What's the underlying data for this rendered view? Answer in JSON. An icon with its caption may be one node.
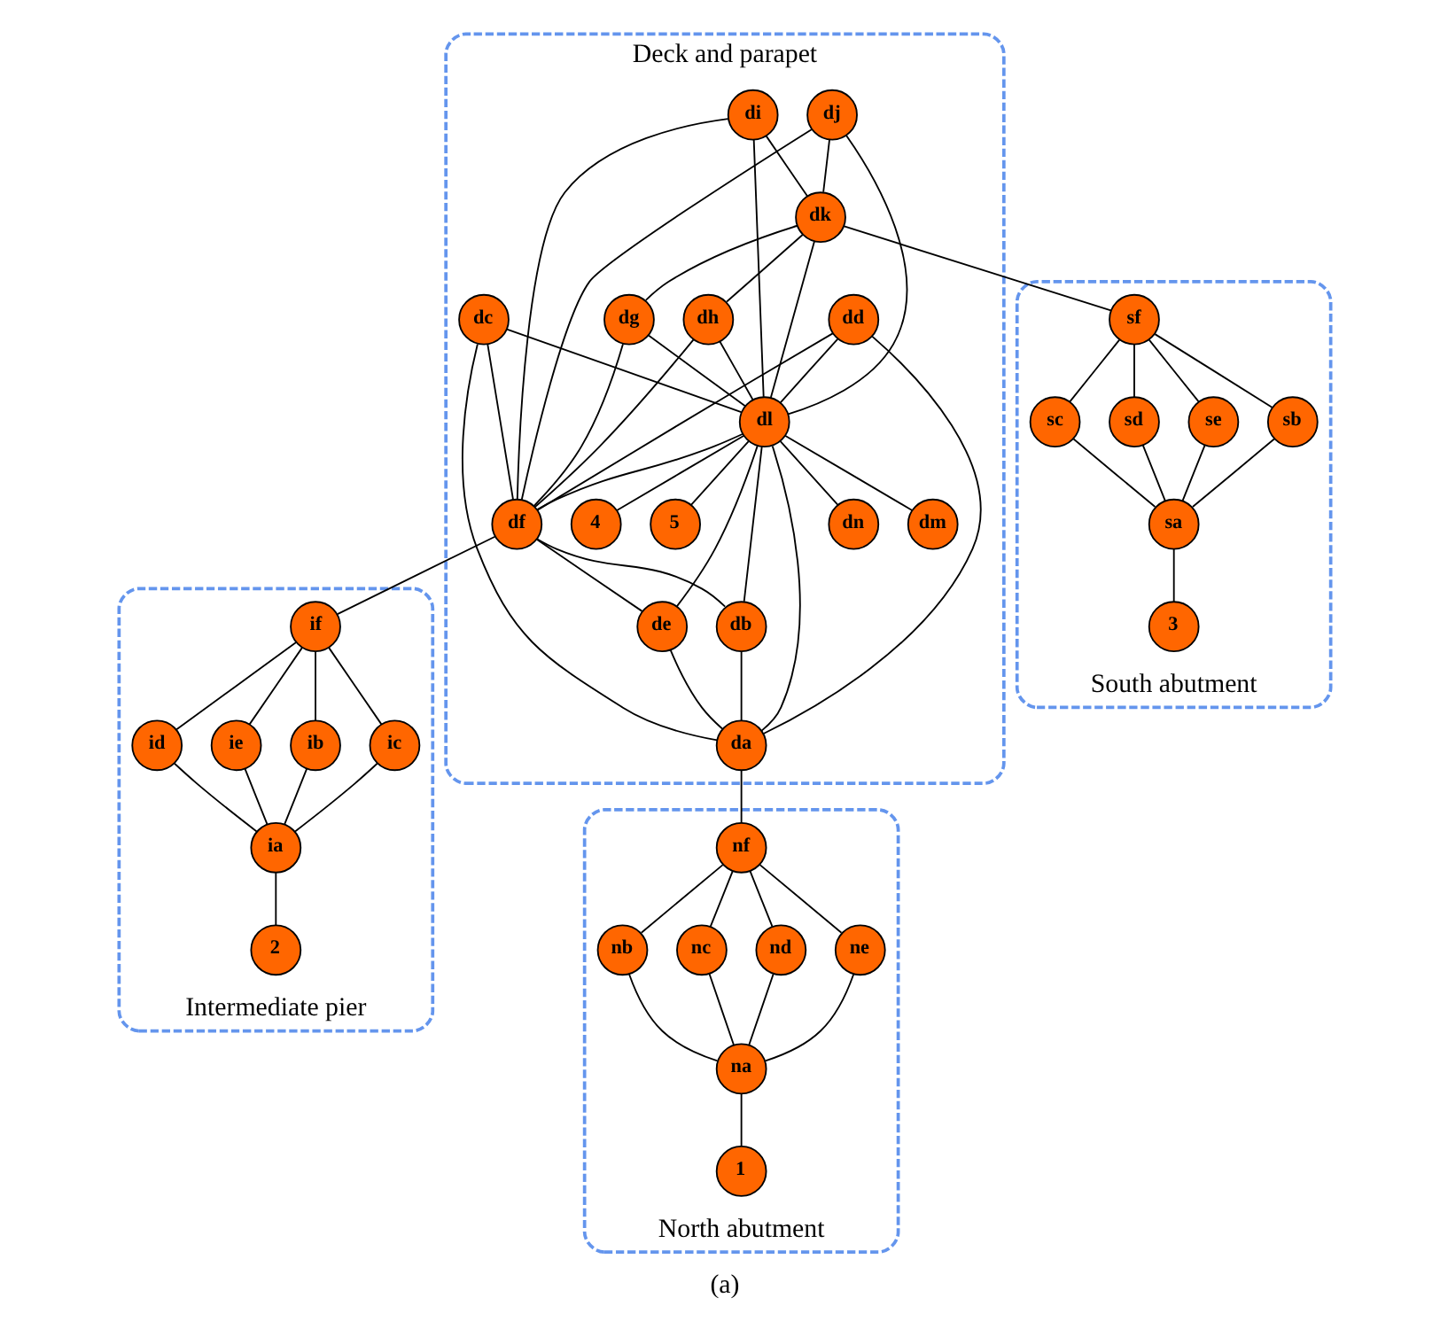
{
  "diagram": {
    "caption": "(a)",
    "nodes": [
      {
        "text": [
          "Deck and parapet"
        ]
      },
      {
        "text": [
          "dn"
        ],
        "in": 0
      },
      {
        "text": [
          "dm"
        ],
        "in": 0
      },
      {
        "text": [
          "4"
        ],
        "in": 0
      },
      {
        "text": [
          "5"
        ],
        "in": 0
      },
      {
        "text": [
          "dj"
        ],
        "in": 0
      },
      {
        "text": [
          "dd"
        ],
        "in": 0
      },
      {
        "text": [
          "di"
        ],
        "in": 0
      },
      {
        "text": [
          "dl"
        ],
        "in": 0
      },
      {
        "text": [
          "dc"
        ],
        "in": 0
      },
      {
        "text": [
          "dk"
        ],
        "in": 0
      },
      {
        "text": [
          "dh"
        ],
        "in": 0
      },
      {
        "text": [
          "df"
        ],
        "in": 0
      },
      {
        "text": [
          "de"
        ],
        "in": 0
      },
      {
        "text": [
          "da"
        ],
        "in": 0
      },
      {
        "text": [
          "dg"
        ],
        "in": 0
      },
      {
        "text": [
          "db"
        ],
        "in": 0
      },
      {
        "text": [
          "South abutment"
        ]
      },
      {
        "text": [
          "sf"
        ],
        "in": 17
      },
      {
        "text": [
          "sc"
        ],
        "in": 17
      },
      {
        "text": [
          "sd"
        ],
        "in": 17
      },
      {
        "text": [
          "se"
        ],
        "in": 17
      },
      {
        "text": [
          "sb"
        ],
        "in": 17
      },
      {
        "text": [
          "sa"
        ],
        "in": 17
      },
      {
        "text": [
          "3"
        ],
        "in": 17
      },
      {
        "text": [
          "Intermediate pier"
        ]
      },
      {
        "text": [
          "if"
        ],
        "in": 25
      },
      {
        "text": [
          "id"
        ],
        "in": 25
      },
      {
        "text": [
          "ie"
        ],
        "in": 25
      },
      {
        "text": [
          "ib"
        ],
        "in": 25
      },
      {
        "text": [
          "ic"
        ],
        "in": 25
      },
      {
        "text": [
          "ia"
        ],
        "in": 25
      },
      {
        "text": [
          "2"
        ],
        "in": 25
      },
      {
        "text": [
          "North abutment"
        ]
      },
      {
        "text": [
          "nf"
        ],
        "in": 33
      },
      {
        "text": [
          "nb"
        ],
        "in": 33
      },
      {
        "text": [
          "nc"
        ],
        "in": 33
      },
      {
        "text": [
          "nd"
        ],
        "in": 33
      },
      {
        "text": [
          "ne"
        ],
        "in": 33
      },
      {
        "text": [
          "na"
        ],
        "in": 33
      },
      {
        "text": [
          "1"
        ],
        "in": 33
      }
    ],
    "edges": [
      {
        "from": 8,
        "to": 3,
        "arrow": "none"
      },
      {
        "from": 8,
        "to": 1,
        "arrow": "none"
      },
      {
        "from": 8,
        "to": 2,
        "arrow": "none"
      },
      {
        "from": 8,
        "to": 4,
        "arrow": "none"
      },
      {
        "from": 5,
        "to": 10,
        "arrow": "none"
      },
      {
        "from": 5,
        "to": 8,
        "arrow": "none"
      },
      {
        "from": 5,
        "to": 12,
        "arrow": "none"
      },
      {
        "from": 7,
        "to": 10,
        "arrow": "none"
      },
      {
        "from": 7,
        "to": 8,
        "arrow": "none"
      },
      {
        "from": 7,
        "to": 12,
        "arrow": "none"
      },
      {
        "from": 10,
        "to": 8,
        "arrow": "none"
      },
      {
        "from": 10,
        "to": 11,
        "arrow": "none"
      },
      {
        "from": 10,
        "to": 15,
        "arrow": "none"
      },
      {
        "from": 11,
        "to": 8,
        "arrow": "none"
      },
      {
        "from": 11,
        "to": 12,
        "arrow": "none"
      },
      {
        "from": 15,
        "to": 8,
        "arrow": "none"
      },
      {
        "from": 15,
        "to": 12,
        "arrow": "none"
      },
      {
        "from": 8,
        "to": 12,
        "arrow": "none"
      },
      {
        "from": 6,
        "to": 8,
        "arrow": "none"
      },
      {
        "from": 6,
        "to": 12,
        "arrow": "none"
      },
      {
        "from": 6,
        "to": 14,
        "arrow": "none"
      },
      {
        "from": 9,
        "to": 8,
        "arrow": "none"
      },
      {
        "from": 9,
        "to": 12,
        "arrow": "none"
      },
      {
        "from": 9,
        "to": 14,
        "arrow": "none"
      },
      {
        "from": 8,
        "to": 13,
        "arrow": "none"
      },
      {
        "from": 8,
        "to": 16,
        "arrow": "none"
      },
      {
        "from": 8,
        "to": 14,
        "arrow": "none"
      },
      {
        "from": 12,
        "to": 13,
        "arrow": "none"
      },
      {
        "from": 12,
        "to": 16,
        "arrow": "none"
      },
      {
        "from": 13,
        "to": 14,
        "arrow": "none"
      },
      {
        "from": 16,
        "to": 14,
        "arrow": "none"
      },
      {
        "from": 10,
        "to": 18,
        "arrow": "none"
      },
      {
        "from": 12,
        "to": 26,
        "arrow": "none"
      },
      {
        "from": 14,
        "to": 34,
        "arrow": "none"
      },
      {
        "from": 18,
        "to": 19,
        "arrow": "none"
      },
      {
        "from": 18,
        "to": 20,
        "arrow": "none"
      },
      {
        "from": 18,
        "to": 21,
        "arrow": "none"
      },
      {
        "from": 18,
        "to": 22,
        "arrow": "none"
      },
      {
        "from": 19,
        "to": 23,
        "arrow": "none"
      },
      {
        "from": 20,
        "to": 23,
        "arrow": "none"
      },
      {
        "from": 21,
        "to": 23,
        "arrow": "none"
      },
      {
        "from": 22,
        "to": 23,
        "arrow": "none"
      },
      {
        "from": 23,
        "to": 24,
        "arrow": "none"
      },
      {
        "from": 26,
        "to": 27,
        "arrow": "none"
      },
      {
        "from": 26,
        "to": 28,
        "arrow": "none"
      },
      {
        "from": 26,
        "to": 29,
        "arrow": "none"
      },
      {
        "from": 26,
        "to": 30,
        "arrow": "none"
      },
      {
        "from": 27,
        "to": 31,
        "arrow": "none"
      },
      {
        "from": 28,
        "to": 31,
        "arrow": "none"
      },
      {
        "from": 29,
        "to": 31,
        "arrow": "none"
      },
      {
        "from": 30,
        "to": 31,
        "arrow": "none"
      },
      {
        "from": 31,
        "to": 32,
        "arrow": "none"
      },
      {
        "from": 34,
        "to": 35,
        "arrow": "none"
      },
      {
        "from": 34,
        "to": 36,
        "arrow": "none"
      },
      {
        "from": 34,
        "to": 37,
        "arrow": "none"
      },
      {
        "from": 34,
        "to": 38,
        "arrow": "none"
      },
      {
        "from": 35,
        "to": 39,
        "arrow": "none"
      },
      {
        "from": 36,
        "to": 39,
        "arrow": "none"
      },
      {
        "from": 37,
        "to": 39,
        "arrow": "none"
      },
      {
        "from": 38,
        "to": 39,
        "arrow": "none"
      },
      {
        "from": 39,
        "to": 40,
        "arrow": "none"
      }
    ]
  }
}
